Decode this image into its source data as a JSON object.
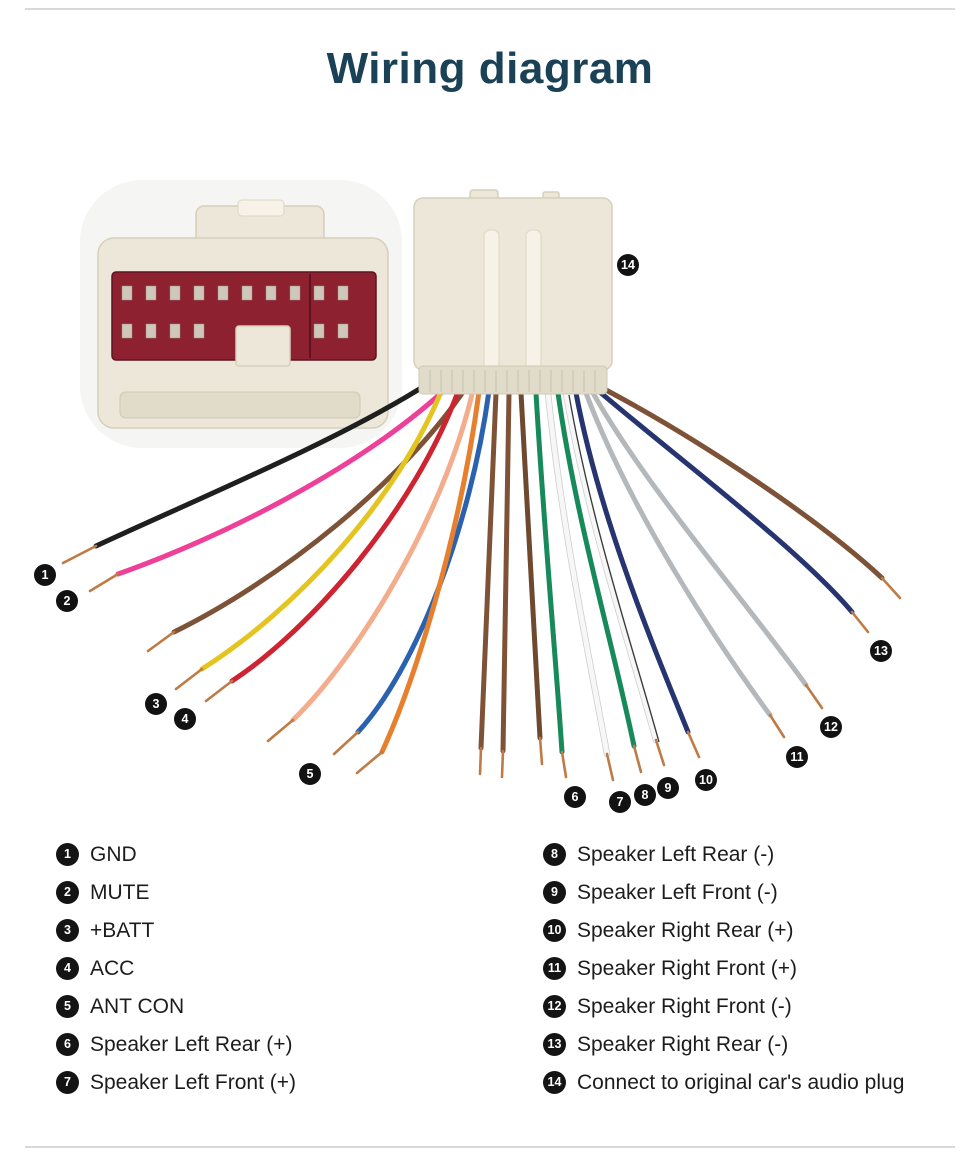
{
  "page": {
    "title": "Wiring diagram",
    "title_color": "#1b4156"
  },
  "diagram": {
    "callouts": [
      "1",
      "2",
      "3",
      "4",
      "5",
      "6",
      "7",
      "8",
      "9",
      "10",
      "11",
      "12",
      "13",
      "14"
    ],
    "wire_colors": {
      "black": "#1f1f1f",
      "pink": "#ee4098",
      "brown": "#7d5236",
      "dark_brown": "#6e4930",
      "yellow": "#e4c41f",
      "red": "#ce2330",
      "salmon": "#f3ad8d",
      "blue": "#2b62b0",
      "orange": "#e6802e",
      "green": "#17895a",
      "white": "#f7f7f7",
      "navy": "#26356f",
      "gray": "#b5b8bb",
      "copper": "#bf7b45"
    }
  },
  "legend": {
    "left": [
      {
        "num": "1",
        "label": "GND"
      },
      {
        "num": "2",
        "label": "MUTE"
      },
      {
        "num": "3",
        "label": "+BATT"
      },
      {
        "num": "4",
        "label": "ACC"
      },
      {
        "num": "5",
        "label": "ANT CON"
      },
      {
        "num": "6",
        "label": "Speaker Left Rear (+)"
      },
      {
        "num": "7",
        "label": "Speaker Left Front (+)"
      }
    ],
    "right": [
      {
        "num": "8",
        "label": "Speaker Left Rear (-)"
      },
      {
        "num": "9",
        "label": "Speaker Left Front (-)"
      },
      {
        "num": "10",
        "label": "Speaker Right Rear (+)"
      },
      {
        "num": "11",
        "label": "Speaker Right Front (+)"
      },
      {
        "num": "12",
        "label": "Speaker Right Front (-)"
      },
      {
        "num": "13",
        "label": "Speaker Right Rear (-)"
      },
      {
        "num": "14",
        "label": "Connect to original car's audio plug"
      }
    ]
  }
}
